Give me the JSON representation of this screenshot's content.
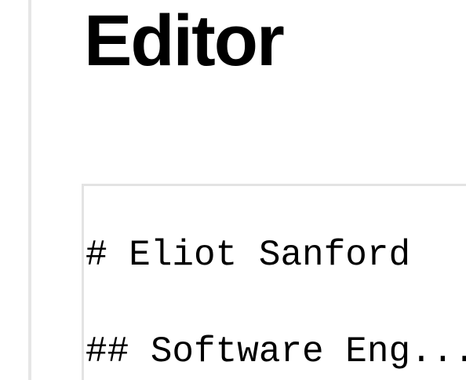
{
  "page": {
    "title": "Editor"
  },
  "editor": {
    "lines": [
      "# Eliot Sanford",
      "## Software Eng..."
    ]
  }
}
